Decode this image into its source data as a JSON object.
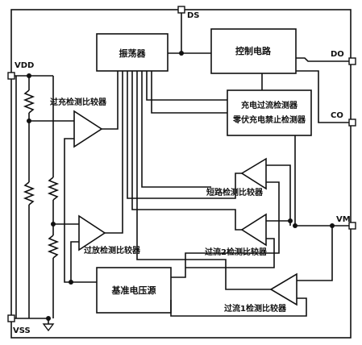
{
  "pins": {
    "ds": "DS",
    "vdd": "VDD",
    "do": "DO",
    "co": "CO",
    "vm": "VM",
    "vss": "VSS"
  },
  "blocks": {
    "oscillator": "振荡器",
    "control": "控制电路",
    "charge_detector_1": "充电过流检测器",
    "charge_detector_2": "零伏充电禁止检测器",
    "reference": "基准电压源"
  },
  "comparators": {
    "overcharge": "过充检测比较器",
    "overdischarge": "过放检测比较器",
    "short": "短路检测比较器",
    "overcurrent2": "过流2检测比较器",
    "overcurrent1": "过流1检测比较器"
  }
}
